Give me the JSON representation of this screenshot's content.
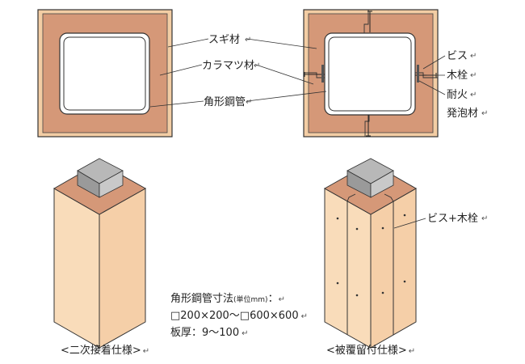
{
  "labels": {
    "sugi": "スギ材",
    "karamatsu": "カラマツ材",
    "steel_tube": "角形鋼管",
    "screw": "ビス",
    "wood_plug": "木栓",
    "fireproof": "耐火",
    "foam": "発泡材",
    "screw_plug": "ビス+木栓"
  },
  "spec": {
    "title": "角形鋼管寸法",
    "unit": "(単位mm)",
    "colon": "：",
    "range": "□200×200〜□600×600",
    "thickness": "板厚：9〜100"
  },
  "captions": {
    "left": "<二次接着仕様>",
    "right": "<被覆留付仕様>"
  },
  "mark": "↵",
  "colors": {
    "sugi_wood": "#f3cda4",
    "sugi_side": "#f9dcba",
    "karamatsu": "#d59878",
    "steel_top": "#b8b8b8",
    "steel_side": "#9a9a9a",
    "outline": "#333333"
  }
}
